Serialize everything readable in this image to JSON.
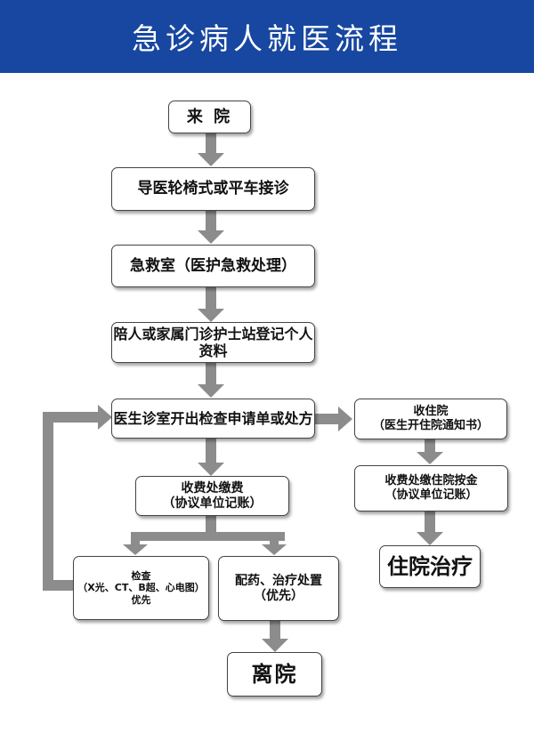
{
  "title": "急诊病人就医流程",
  "nodes": {
    "arrival": "来  院",
    "guide": "导医轮椅式或平车接诊",
    "emergency_room": "急救室（医护急救处理）",
    "registration": "陪人或家属门诊护士站登记个人资料",
    "consultation": "医生诊室开出检查申请单或处方",
    "payment": {
      "line1": "收费处缴费",
      "line2": "（协议单位记账）"
    },
    "examination": {
      "line1": "检查",
      "line2": "（X光、CT、B超、心电图）",
      "line3": "优先"
    },
    "medication": {
      "line1": "配药、治疗处置",
      "line2": "（优先）"
    },
    "discharge": "离院",
    "admission": {
      "line1": "收住院",
      "line2": "（医生开住院通知书）"
    },
    "deposit": {
      "line1": "收费处缴住院按金",
      "line2": "（协议单位记账）"
    },
    "hospitalization": "住院治疗"
  },
  "colors": {
    "header": "#1747a0",
    "arrow": "#8c8c8c"
  }
}
